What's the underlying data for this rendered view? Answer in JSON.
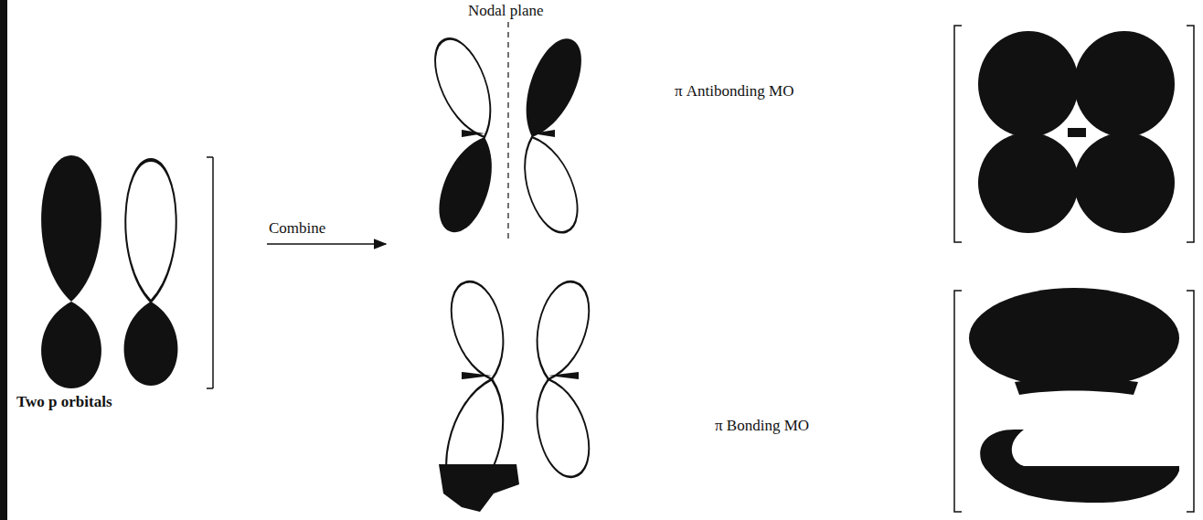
{
  "diagram": {
    "labels": [
      "Nodal plane",
      "Combine",
      "π Antibonding MO",
      "π Bonding MO",
      "Two p orbitals"
    ]
  }
}
